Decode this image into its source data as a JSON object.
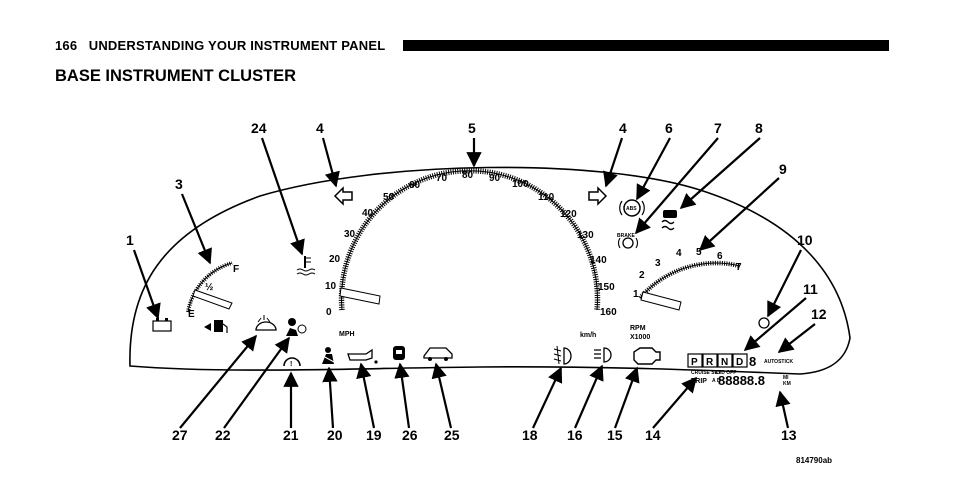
{
  "header": {
    "page_number": "166",
    "section_title": "UNDERSTANDING YOUR INSTRUMENT PANEL"
  },
  "title": "BASE INSTRUMENT CLUSTER",
  "figure_id": "814790ab",
  "speedometer": {
    "mph_ticks": [
      "0",
      "10",
      "20",
      "30",
      "40",
      "50",
      "60",
      "70",
      "80",
      "90",
      "100"
    ],
    "kmh_ticks": [
      "110",
      "120",
      "130",
      "140",
      "150",
      "160"
    ],
    "mph_label": "MPH",
    "kmh_label": "km/h"
  },
  "tachometer": {
    "ticks": [
      "1",
      "2",
      "3",
      "4",
      "5",
      "6",
      "7"
    ],
    "label_rpm": "RPM",
    "label_scale": "X1000"
  },
  "fuel_gauge": {
    "full": "F",
    "half": "½",
    "empty": "E"
  },
  "indicators": {
    "abs": "ABS",
    "brake": "BRAKE"
  },
  "display": {
    "prnd": [
      "P",
      "R",
      "N",
      "D",
      "8"
    ],
    "autostick": "AUTOSTICK",
    "cruise": "CRUISE SET",
    "od_off": "O/D OFF",
    "trip": "TRIP",
    "digits": "88888.8",
    "unit_mi": "MI",
    "unit_km": "KM",
    "ab": "A B"
  },
  "callouts": [
    "1",
    "3",
    "24",
    "4",
    "5",
    "4",
    "6",
    "7",
    "8",
    "9",
    "10",
    "11",
    "12",
    "27",
    "22",
    "21",
    "20",
    "19",
    "26",
    "25",
    "18",
    "16",
    "15",
    "14",
    "13"
  ]
}
